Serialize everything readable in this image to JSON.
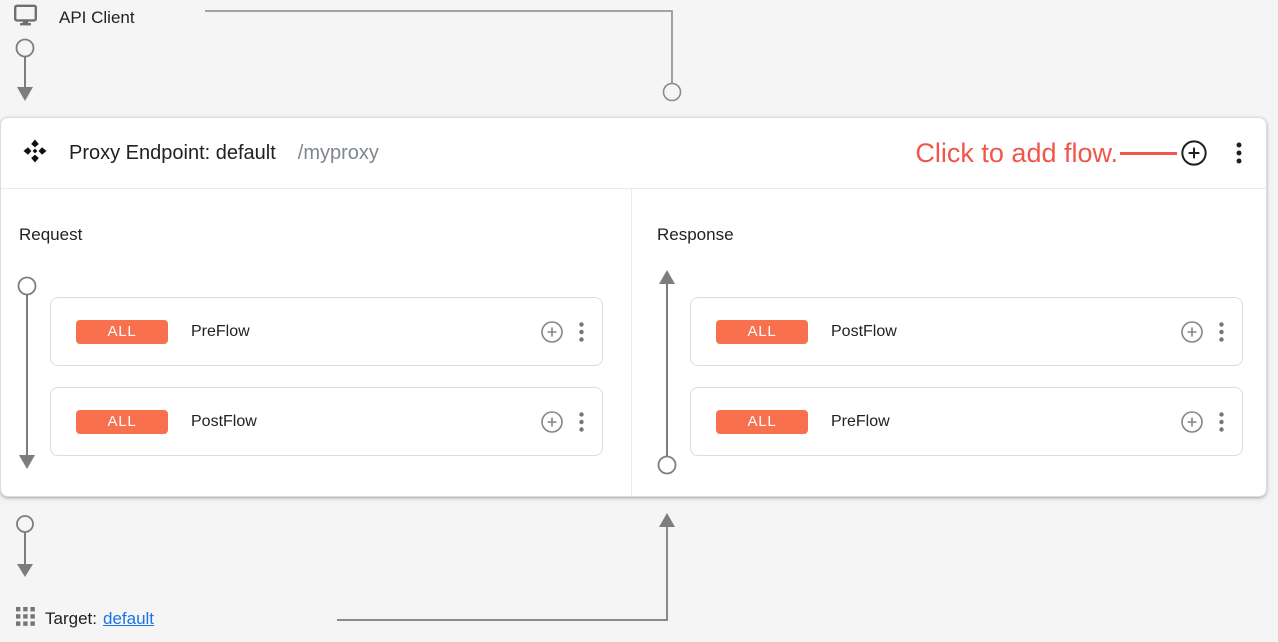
{
  "colors": {
    "background": "#F5F5F5",
    "panel_border": "#DADCE0",
    "divider": "#E8EAED",
    "badge_orange": "#F9704E",
    "annotation_red": "#F1564A",
    "link_blue": "#1A73E8",
    "connector_gray": "#8A8A8A",
    "icon_gray": "#80868B",
    "text_dark": "#202124",
    "text_gray": "#80868B"
  },
  "api_client": {
    "label": "API Client"
  },
  "proxy_endpoint": {
    "title": "Proxy Endpoint: default",
    "path": "/myproxy",
    "annotation": "Click to add flow.",
    "request": {
      "label": "Request",
      "flows": [
        {
          "condition": "ALL",
          "name": "PreFlow"
        },
        {
          "condition": "ALL",
          "name": "PostFlow"
        }
      ]
    },
    "response": {
      "label": "Response",
      "flows": [
        {
          "condition": "ALL",
          "name": "PostFlow"
        },
        {
          "condition": "ALL",
          "name": "PreFlow"
        }
      ]
    }
  },
  "target": {
    "label": "Target:",
    "link": "default"
  }
}
